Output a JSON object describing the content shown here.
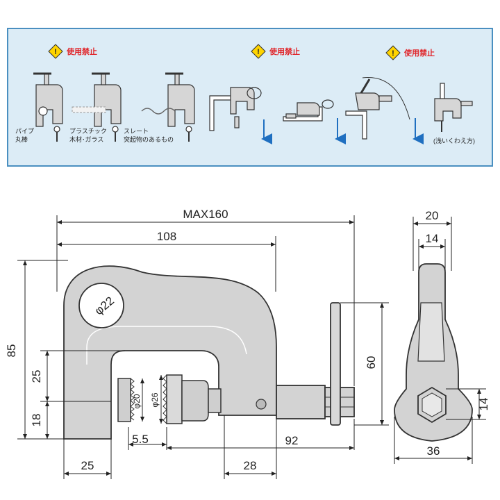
{
  "warnings": {
    "mark": "!",
    "prohibited_label": "使用禁止",
    "items": [
      {
        "line1": "パイプ",
        "line2": "丸棒"
      },
      {
        "line1": "プラスチック",
        "line2": "木材･ガラス"
      },
      {
        "line1": "スレート",
        "line2": "突起物のあるもの"
      },
      {
        "line1": "(浅いくわえ方)",
        "line2": ""
      }
    ]
  },
  "dimensions": {
    "max_length": "MAX160",
    "throat_length": "108",
    "height": "85",
    "jaw_opening": "25",
    "bottom_height": "18",
    "eye_diameter": "φ22",
    "pad_diameter": "φ20",
    "screw_pad_diameter": "φ26",
    "gap": "5.5",
    "body_right": "92",
    "base_width": "25",
    "screw_offset": "28",
    "handle_height": "60",
    "side_top_width": "20",
    "side_inner_width": "14",
    "side_hex_height": "14",
    "side_bottom_width": "36"
  },
  "colors": {
    "panel_bg": "#dcecf6",
    "panel_border": "#4a8fc0",
    "warning_red": "#e0262b",
    "warning_yellow": "#ffd400",
    "arrow_blue": "#1f6fc0",
    "metal": "#d3d3d3",
    "outline": "#333333"
  }
}
